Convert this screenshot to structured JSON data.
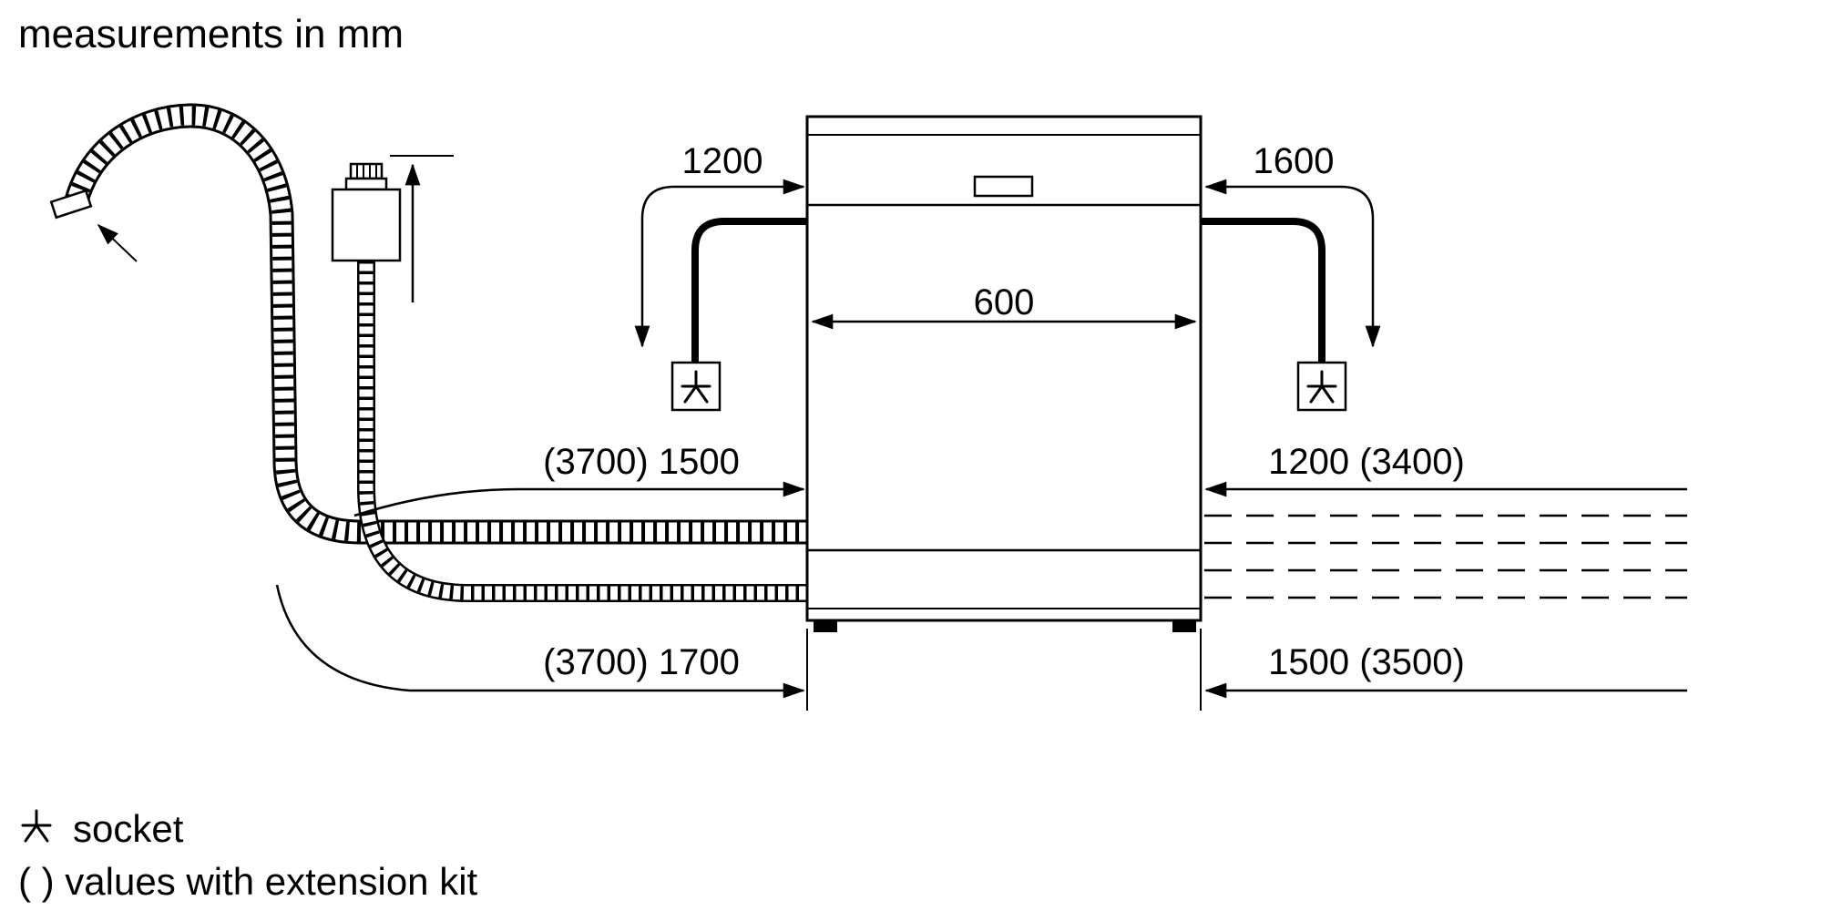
{
  "title": "measurements in mm",
  "dimensions": {
    "top_left": "1200",
    "top_right": "1600",
    "appliance_width": "600",
    "mid_left": "(3700) 1500",
    "mid_right": "1200 (3400)",
    "bottom_left": "(3700) 1700",
    "bottom_right": "1500 (3500)"
  },
  "legend": {
    "socket": "socket",
    "note": "( ) values with extension kit"
  },
  "icons": {
    "socket_left": "socket-icon",
    "socket_right": "socket-icon",
    "legend_socket": "socket-icon"
  },
  "colors": {
    "line": "#000000",
    "background": "#ffffff"
  }
}
